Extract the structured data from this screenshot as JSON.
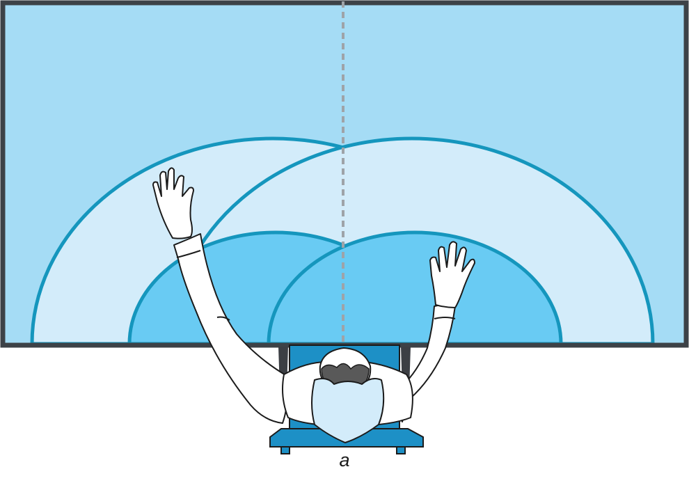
{
  "figure": {
    "caption": "a",
    "depicts": [
      "desk-work-surface",
      "near-reach-zone",
      "far-reach-zone",
      "seated-worker-with-raised-arms",
      "chair",
      "centerline"
    ]
  },
  "colors": {
    "desk": "#a5dcf5",
    "far_zone": "#d3ecfa",
    "near_zone": "#69cbf3",
    "zone_outline": "#1596bd",
    "desk_border": "#3d4247",
    "centerline": "#9ea3a8",
    "chair": "#1d90c6",
    "shirt": "#ffffff",
    "hair": "#595959",
    "outline": "#1b1b1b"
  }
}
